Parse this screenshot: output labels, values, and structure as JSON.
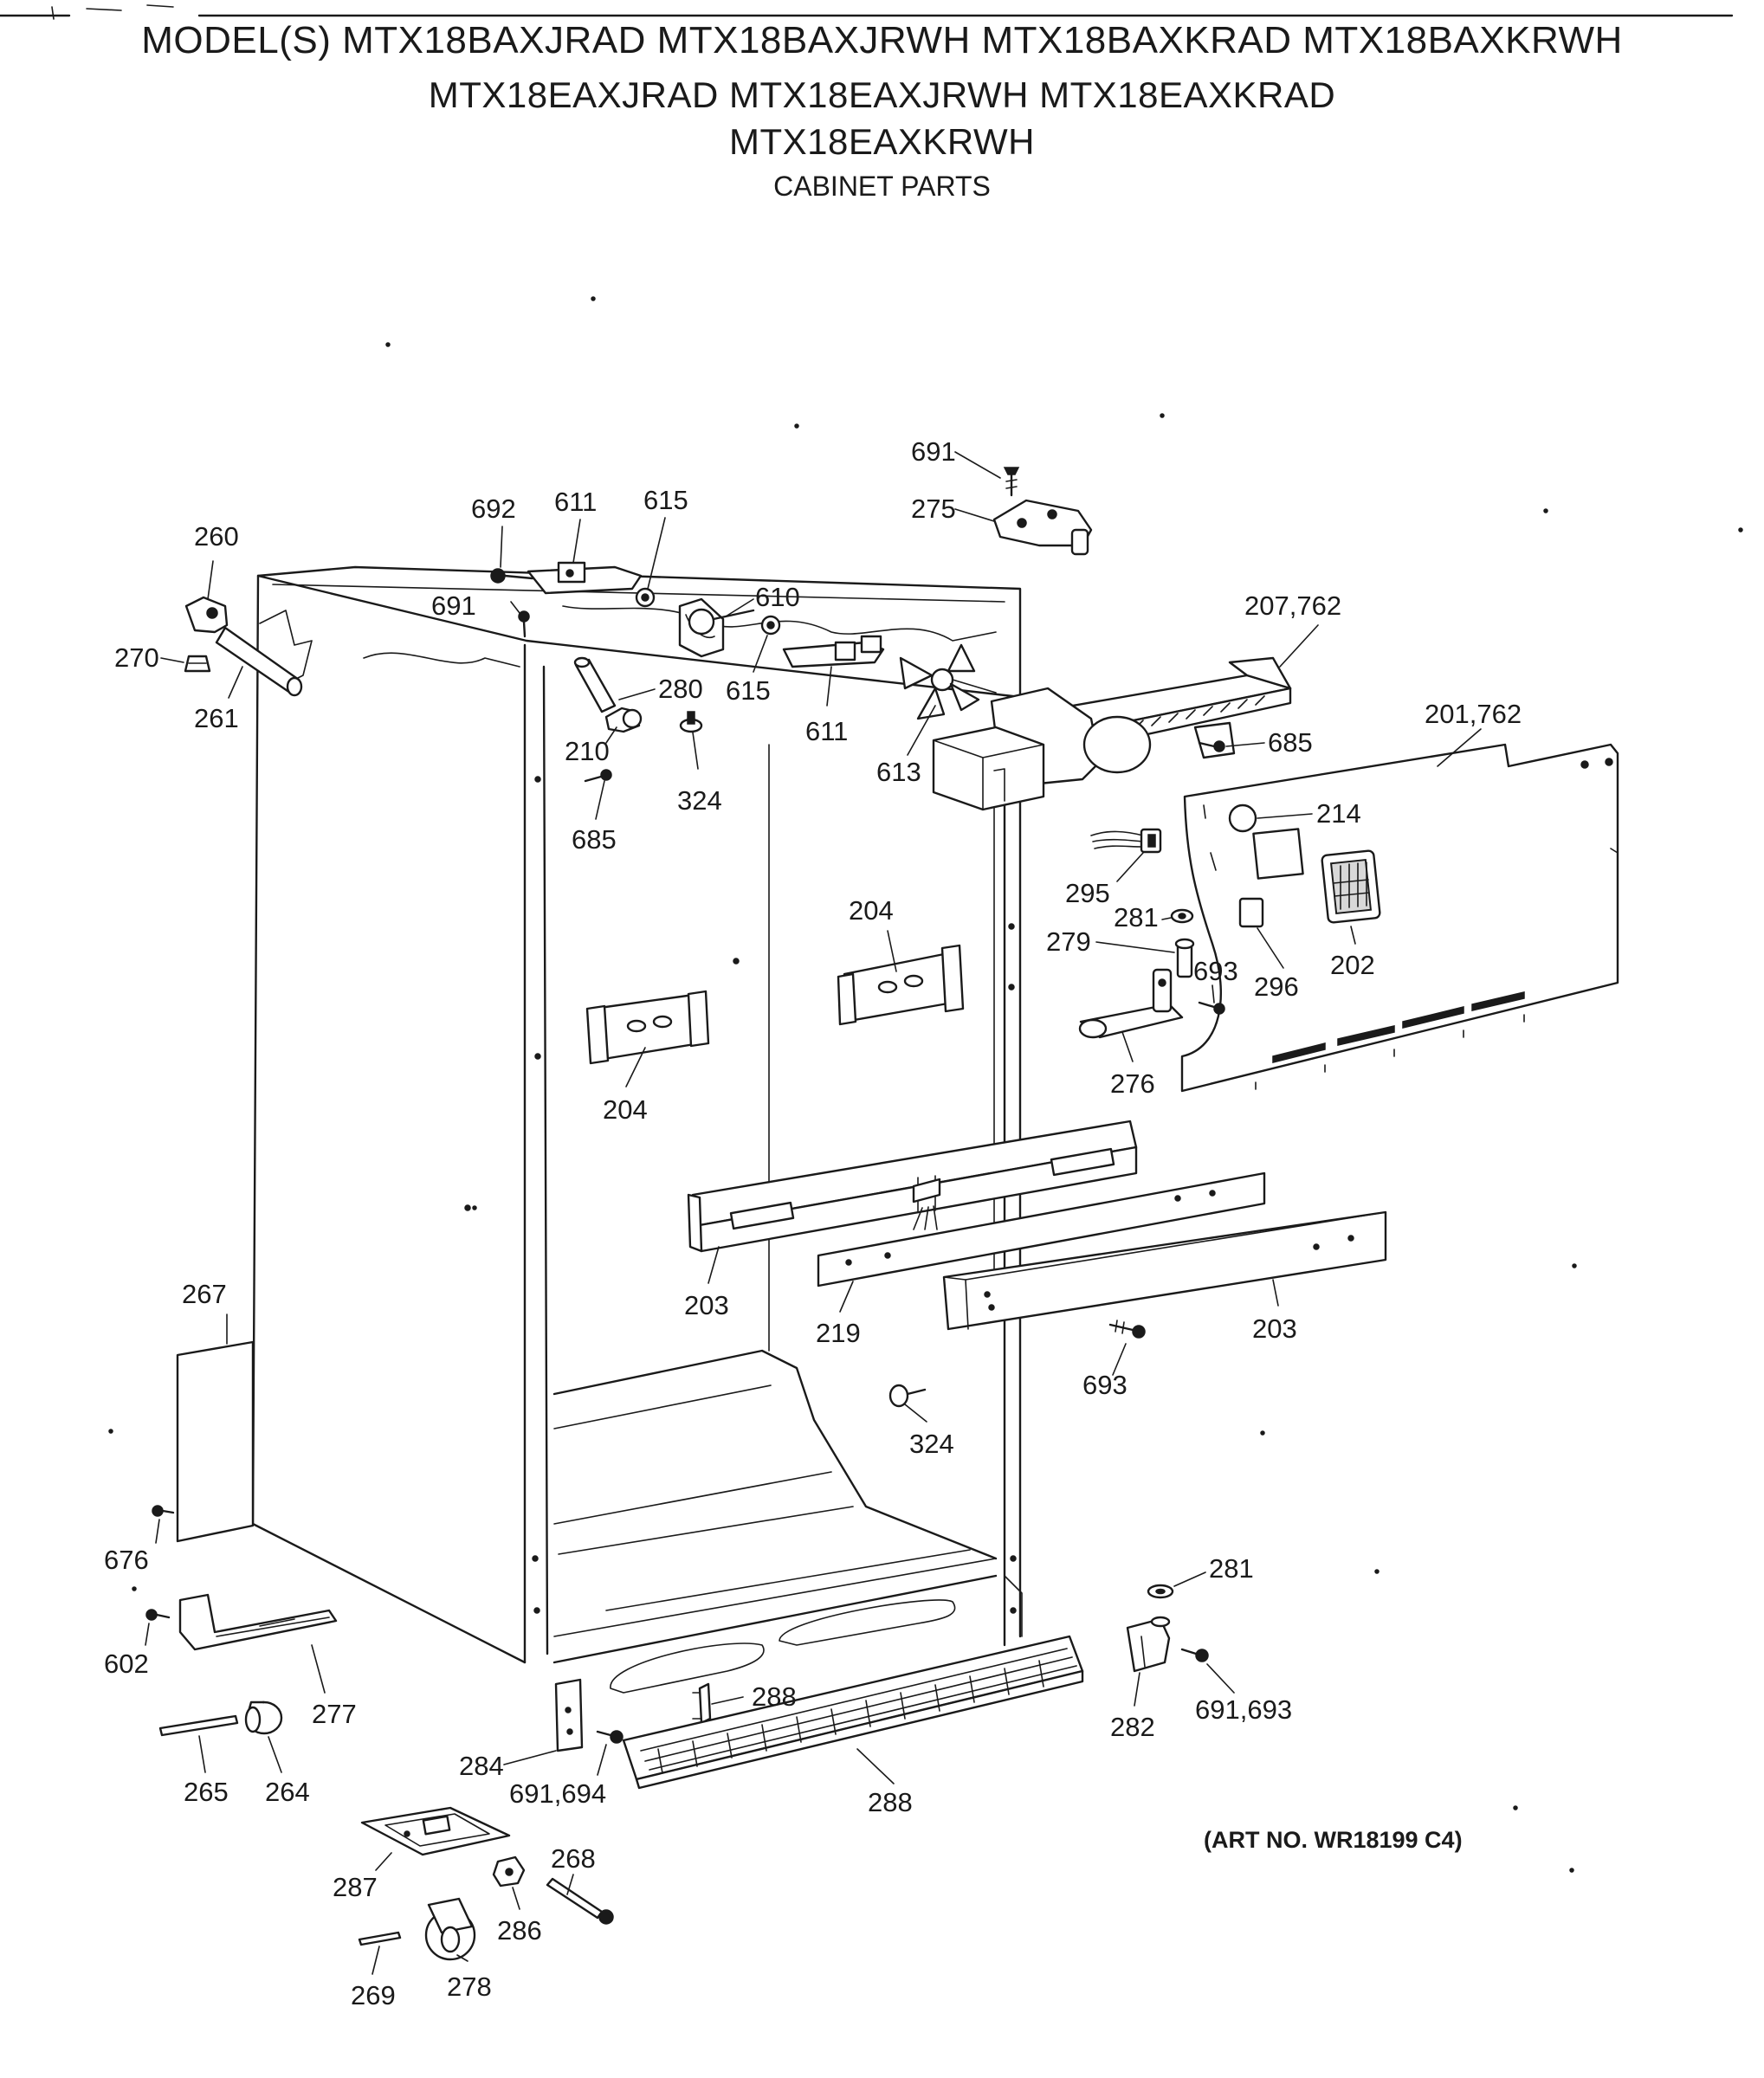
{
  "header": {
    "models_line1": "MODEL(S) MTX18BAXJRAD  MTX18BAXJRWH  MTX18BAXKRAD  MTX18BAXKRWH",
    "models_line2": "MTX18EAXJRAD  MTX18EAXJRWH  MTX18EAXKRAD",
    "models_line3": "MTX18EAXKRWH",
    "subtitle": "CABINET PARTS"
  },
  "art_number": "(ART NO. WR18199 C4)",
  "callouts": {
    "c691a": "691",
    "c275": "275",
    "c692": "692",
    "c611a": "611",
    "c615a": "615",
    "c260": "260",
    "c691b": "691",
    "c610": "610",
    "c615b": "615",
    "c611b": "611",
    "c270": "270",
    "c261": "261",
    "c280": "280",
    "c210": "210",
    "c324a": "324",
    "c685a": "685",
    "c613": "613",
    "c207": "207,762",
    "c685b": "685",
    "c201": "201,762",
    "c214": "214",
    "c295": "295",
    "c281a": "281",
    "c279": "279",
    "c693a": "693",
    "c296": "296",
    "c202": "202",
    "c276": "276",
    "c204a": "204",
    "c204b": "204",
    "c203a": "203",
    "c219": "219",
    "c203b": "203",
    "c693b": "693",
    "c324b": "324",
    "c267": "267",
    "c676": "676",
    "c602": "602",
    "c277": "277",
    "c265": "265",
    "c264": "264",
    "c284": "284",
    "c691c": "691,694",
    "c288a": "288",
    "c288b": "288",
    "c281b": "281",
    "c282": "282",
    "c691d": "691,693",
    "c287": "287",
    "c268": "268",
    "c286": "286",
    "c269": "269",
    "c278": "278"
  }
}
